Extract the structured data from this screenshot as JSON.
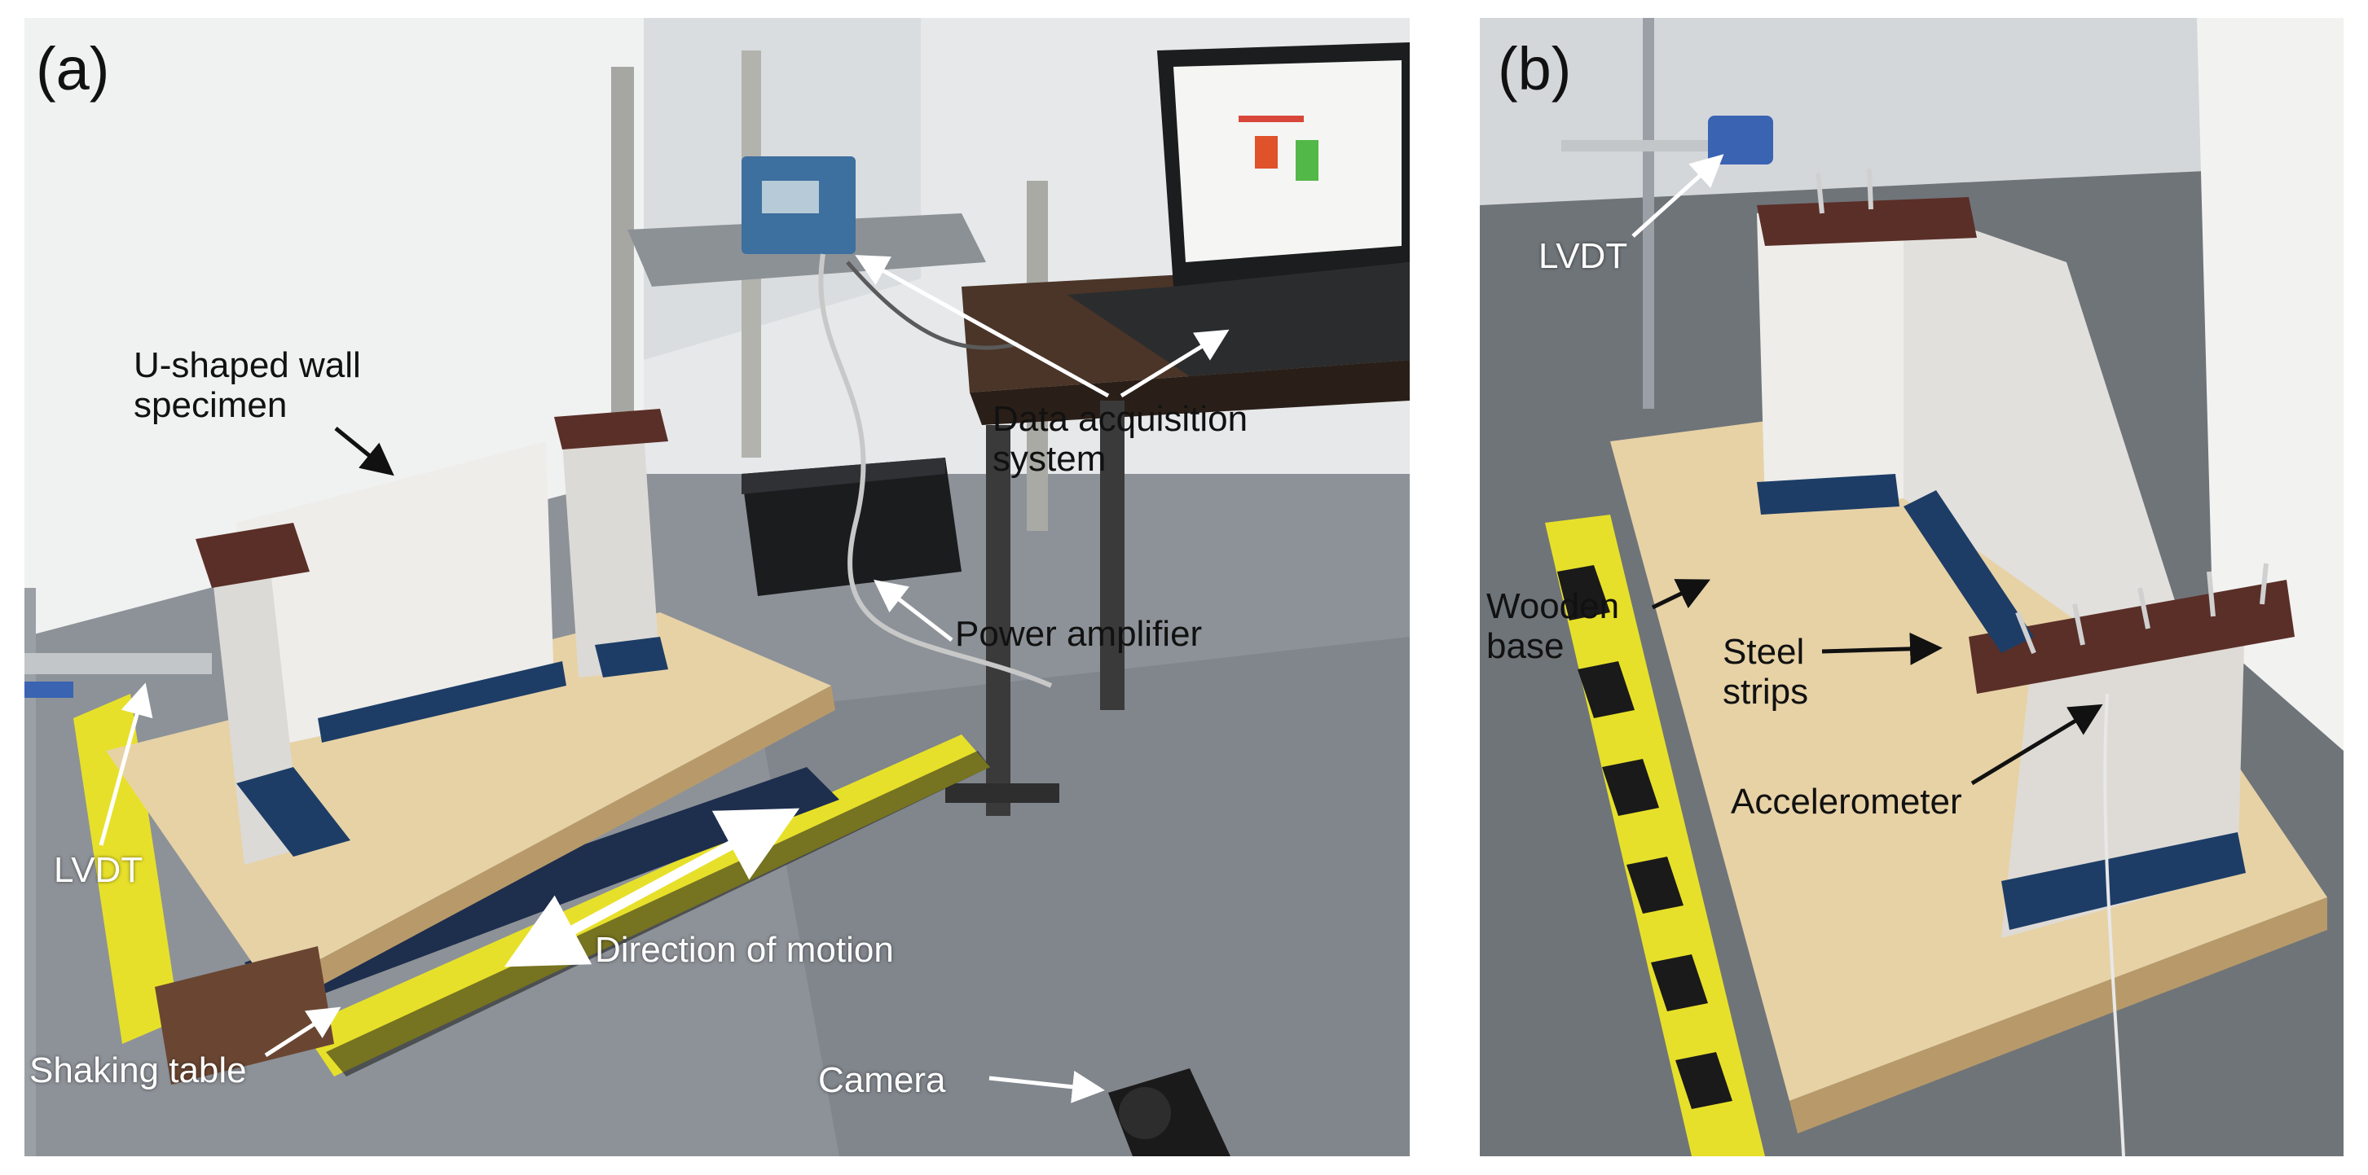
{
  "panels": [
    {
      "id": "a",
      "label": "(a)",
      "annotations": {
        "specimen": "U-shaped wall\nspecimen",
        "daq": "Data acquisition\nsystem",
        "amplifier": "Power amplifier",
        "lvdt": "LVDT",
        "motion": "Direction of motion",
        "shaking_table": "Shaking table",
        "camera": "Camera"
      }
    },
    {
      "id": "b",
      "label": "(b)",
      "annotations": {
        "lvdt": "LVDT",
        "wooden_base": "Wooden\nbase",
        "steel_strips": "Steel\nstrips",
        "accelerometer": "Accelerometer"
      }
    }
  ],
  "colors": {
    "background": "#ffffff",
    "dark_text": "#111111",
    "light_text": "#ffffff",
    "steel_strip": "#5a2f28",
    "angle_bracket": "#1d3d66",
    "plywood": "#e7d2a6",
    "hazard_yellow": "#e7e02a",
    "floor": "#8d9298"
  }
}
